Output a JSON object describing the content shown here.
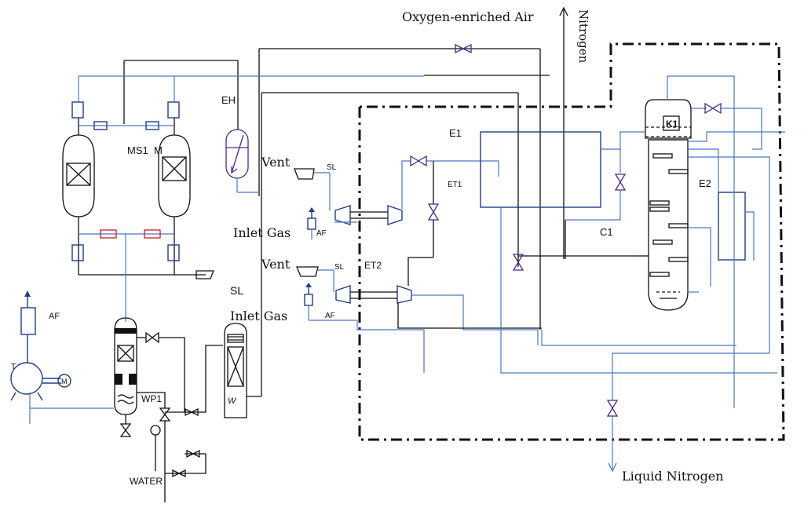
{
  "diagram": {
    "title": "",
    "labels": {
      "oxygen": "Oxygen-enriched Air",
      "nitrogen": "Nitrogen",
      "liquid_nitrogen": "Liquid Nitrogen",
      "eh": "EH",
      "ms1": "MS1",
      "ms1_m": "M",
      "vent1": "Vent",
      "sl1": "SL",
      "vent2": "Vent",
      "sl2": "SL",
      "sl3": "SL",
      "inlet_gas1": "Inlet Gas",
      "inlet_gas2": "Inlet Gas",
      "af1": "AF",
      "af2": "AF",
      "af3": "AF",
      "e1": "E1",
      "e2": "E2",
      "et1": "ET1",
      "et2": "ET2",
      "c1": "C1",
      "k1": "K1",
      "wp1": "WP1",
      "water": "WATER",
      "t": "T",
      "m": "M",
      "wc": "W"
    },
    "colors": {
      "black": "#111111",
      "blue": "#4a78c6",
      "dark_blue": "#1f3f8a",
      "violet": "#4b2a8c",
      "red": "#d21a1a"
    }
  }
}
